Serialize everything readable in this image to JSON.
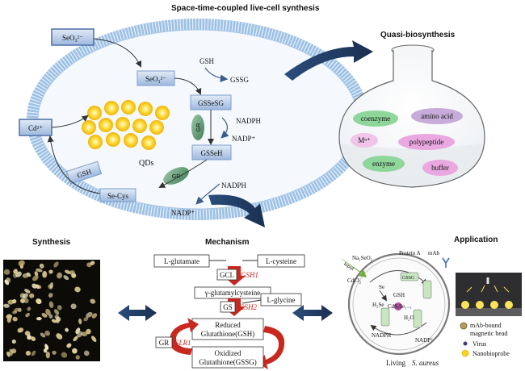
{
  "top": {
    "title": "Space-time-coupled live-cell synthesis",
    "cell": {
      "seo3_outside": "SeO₃²⁻",
      "seo3_inside": "SeO₃²⁻",
      "cd": "Cd²⁺",
      "gsh": "GSH",
      "gssg": "GSSG",
      "gsseSG": "GSSeSG",
      "gr1": "GR",
      "nadph1": "NADPH",
      "nadp1": "NADP⁺",
      "gsseh": "GSSeH",
      "gr2": "GR",
      "nadph2": "NADPH",
      "nadp2": "NADP⁺",
      "gsh_box": "GSH",
      "secys": "Se-Cys",
      "qds": "QDs"
    }
  },
  "quasi": {
    "title": "Quasi-biosynthesis",
    "items": [
      "coenzyme",
      "amino acid",
      "Mⁿ⁺",
      "polypeptide",
      "enzyme",
      "buffer"
    ]
  },
  "synthesis": {
    "title": "Synthesis"
  },
  "mechanism": {
    "title": "Mechanism",
    "glutamate": "L-glutamate",
    "cysteine": "L-cysteine",
    "gcl": "GCL",
    "gsh1": "GSH1",
    "gglu": "γ-glutamylcysteine",
    "glycine": "L-glycine",
    "gs": "GS",
    "gsh2": "GSH2",
    "reduced_1": "Reduced",
    "reduced_2": "Glutathione(GSH)",
    "gr": "GR",
    "glr1": "GLR1",
    "oxidized_1": "Oxidized",
    "oxidized_2": "Glutathione(GSSG)"
  },
  "application": {
    "title": "Application",
    "na2seo3": "Na₂SeO₃",
    "protein_a": "Protein A",
    "mab": "mAb",
    "input": "Input",
    "cdcl2": "CdCl₂",
    "gsh_l": "GSH",
    "gssg_l": "GSSG",
    "se": "Se",
    "cds": "CdSₓSe₁₋ₓ",
    "h2se": "H₂Se",
    "h2o": "H₂O",
    "nadph_a": "NADPH",
    "nadp_a": "NADP⁺",
    "living": "Living",
    "saureus": "S. aureus",
    "legend": [
      "mAb-bound",
      "magnetic bead",
      "Virus",
      "Nanobioprobe"
    ]
  },
  "colors": {
    "membrane": "#a9c8e8",
    "cell_fill": "#f6f9fd",
    "box_fill": "#b7cde8",
    "box_stroke": "#5b7fb4",
    "qd_yellow": "#ffd21e",
    "navy": "#1f3a62",
    "red_arrow": "#c8281e"
  }
}
